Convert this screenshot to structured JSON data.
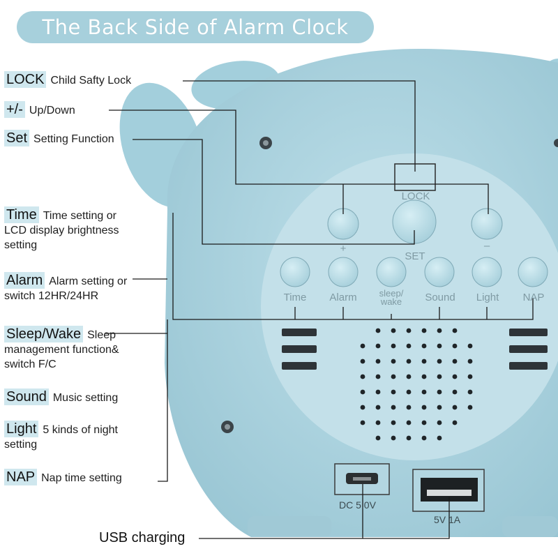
{
  "banner": {
    "title": "The Back Side of Alarm Clock"
  },
  "legend": [
    {
      "key": "LOCK",
      "desc": "Child Safty Lock"
    },
    {
      "key": "+/-",
      "desc": "Up/Down"
    },
    {
      "key": "Set",
      "desc": "Setting Function"
    },
    {
      "key": "Time",
      "desc_1": "Time setting or",
      "desc_2": "LCD display brightness",
      "desc_3": "setting"
    },
    {
      "key": "Alarm",
      "desc_1": "Alarm setting or",
      "desc_2": "switch 12HR/24HR"
    },
    {
      "key": "Sleep/Wake",
      "desc_1": "Sleep",
      "desc_2": "management function&",
      "desc_3": "switch F/C"
    },
    {
      "key": "Sound",
      "desc": "Music setting"
    },
    {
      "key": "Light",
      "desc_1": "5 kinds of night",
      "desc_2": "setting"
    },
    {
      "key": "NAP",
      "desc": "Nap time setting"
    }
  ],
  "device": {
    "lock_label": "LOCK",
    "plus_label": "+",
    "set_label": "SET",
    "minus_label": "–",
    "buttons": [
      "Time",
      "Alarm",
      "sleep/",
      "wake",
      "Sound",
      "Light",
      "NAP"
    ],
    "dc_port": "DC 5.0V",
    "usb_port": "5V 1A"
  },
  "usb_charging": "USB charging",
  "colors": {
    "body": "#a9d3e0",
    "panel": "#c6e2ea",
    "banner": "#a7d0dc",
    "line": "#1a1a1a"
  }
}
